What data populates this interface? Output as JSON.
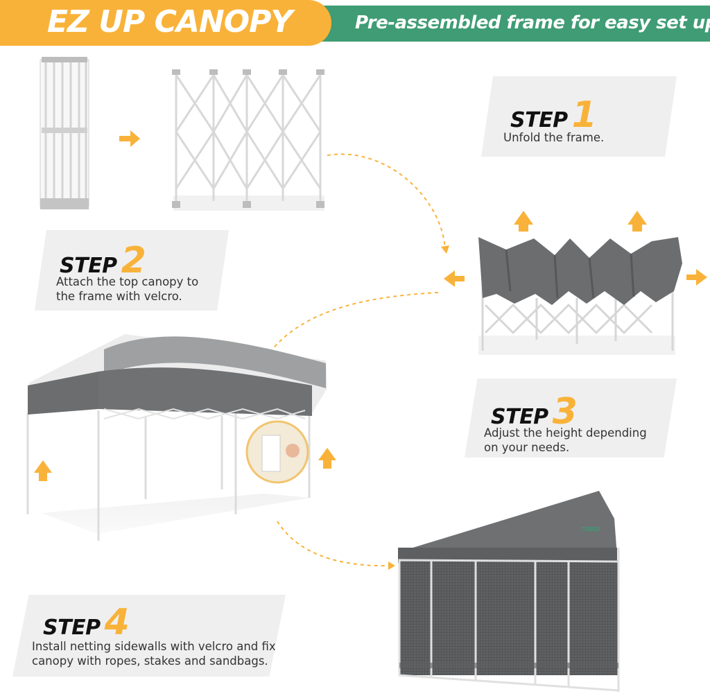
{
  "header": {
    "title": "EZ UP CANOPY",
    "subtitle": "Pre-assembled frame for easy set up"
  },
  "steps": [
    {
      "word": "STEP",
      "number": "1",
      "text_lines": [
        "Unfold the frame."
      ]
    },
    {
      "word": "STEP",
      "number": "2",
      "text_lines": [
        "Attach the top canopy to",
        "the frame with velcro."
      ]
    },
    {
      "word": "STEP",
      "number": "3",
      "text_lines": [
        "Adjust the height depending",
        "on your needs."
      ]
    },
    {
      "word": "STEP",
      "number": "4",
      "text_lines": [
        "Install netting sidewalls with velcro and fix",
        "canopy with ropes, stakes and sandbags."
      ]
    }
  ],
  "brand_logo": "COBIZI",
  "colors": {
    "accent_orange": "#f9b239",
    "accent_green": "#3f9c74",
    "canopy_gray": "#6b6d6f",
    "card_gray": "#efefef"
  },
  "icons": [
    "arrow-right-icon",
    "arrow-up-icon",
    "arrow-left-icon",
    "dashed-curved-arrow-icon"
  ]
}
